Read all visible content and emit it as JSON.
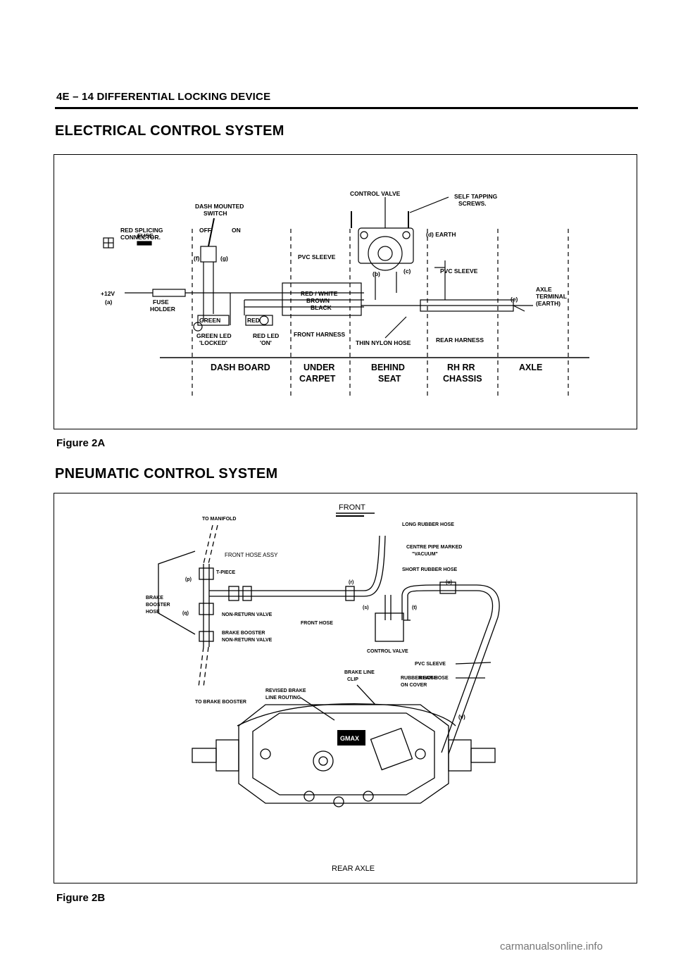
{
  "header": {
    "title": "4E – 14 DIFFERENTIAL LOCKING DEVICE"
  },
  "sections": {
    "electrical": {
      "title": "ELECTRICAL CONTROL SYSTEM",
      "caption": "Figure 2A"
    },
    "pneumatic": {
      "title": "PNEUMATIC CONTROL SYSTEM",
      "caption": "Figure 2B"
    }
  },
  "figure_2a": {
    "labels": {
      "control_valve": "CONTROL VALVE",
      "self_tapping_1": "SELF TAPPING",
      "self_tapping_2": "SCREWS.",
      "dash_switch_1": "DASH MOUNTED",
      "dash_switch_2": "SWITCH",
      "red_splicing_1": "RED SPLICING",
      "red_splicing_2": "CONNECTOR.",
      "off": "OFF",
      "on": "ON",
      "earth": "(d)  EARTH",
      "fuse": "FUSE",
      "f": "(f)",
      "g": "(g)",
      "pvc_sleeve_1": "PVC SLEEVE",
      "b": "(b)",
      "c": "(c)",
      "pvc_sleeve_2": "PVC SLEEVE",
      "plus12v": "+12V",
      "a": "(a)",
      "red_white": "RED / WHITE",
      "brown": "BROWN",
      "black": "BLACK",
      "axle_terminal_1": "AXLE",
      "axle_terminal_2": "TERMINAL",
      "axle_terminal_3": "(EARTH)",
      "e": "(e)",
      "fuse_holder_1": "FUSE",
      "fuse_holder_2": "HOLDER",
      "green": "GREEN",
      "red": "RED",
      "green_led_1": "GREEN LED",
      "green_led_2": "'LOCKED'",
      "red_led_1": "RED LED",
      "red_led_2": "'ON'",
      "front_harness": "FRONT HARNESS",
      "thin_nylon_hose": "THIN NYLON HOSE",
      "rear_harness": "REAR HARNESS",
      "zone_dash": "DASH BOARD",
      "zone_under_1": "UNDER",
      "zone_under_2": "CARPET",
      "zone_behind_1": "BEHIND",
      "zone_behind_2": "SEAT",
      "zone_rhrr_1": "RH RR",
      "zone_rhrr_2": "CHASSIS",
      "zone_axle": "AXLE"
    }
  },
  "figure_2b": {
    "labels": {
      "front": "FRONT",
      "to_manifold": "TO MANIFOLD",
      "long_rubber_hose": "LONG RUBBER HOSE",
      "centre_pipe_1": "CENTRE PIPE MARKED",
      "centre_pipe_2": "\"VACUUM\"",
      "front_hose_assy": "FRONT HOSE ASSY",
      "short_rubber_hose": "SHORT RUBBER HOSE",
      "t_piece": "T-PIECE",
      "p": "(p)",
      "r": "(r)",
      "u": "(u)",
      "brake_booster_hose_1": "BRAKE",
      "brake_booster_hose_2": "BOOSTER",
      "brake_booster_hose_3": "HOSE",
      "q": "(q)",
      "s": "(s)",
      "t": "(t)",
      "non_return_valve": "NON-RETURN VALVE",
      "front_hose": "FRONT HOSE",
      "brake_booster_nrv_1": "BRAKE BOOSTER",
      "brake_booster_nrv_2": "NON-RETURN VALVE",
      "control_valve": "CONTROL VALVE",
      "pvc_sleeve": "PVC SLEEVE",
      "rear_hose": "REAR HOSE",
      "to_brake_booster": "TO BRAKE BOOSTER",
      "brake_line_clip_1": "BRAKE LINE",
      "brake_line_clip_2": "CLIP",
      "rubber_hose_cover_1": "RUBBER HOSE",
      "rubber_hose_cover_2": "ON COVER",
      "revised_routing_1": "REVISED BRAKE",
      "revised_routing_2": "LINE ROUTING",
      "v": "(v)",
      "gmax": "GMAX",
      "rear_axle": "REAR AXLE"
    }
  },
  "footer": {
    "watermark": "carmanualsonline.info"
  }
}
